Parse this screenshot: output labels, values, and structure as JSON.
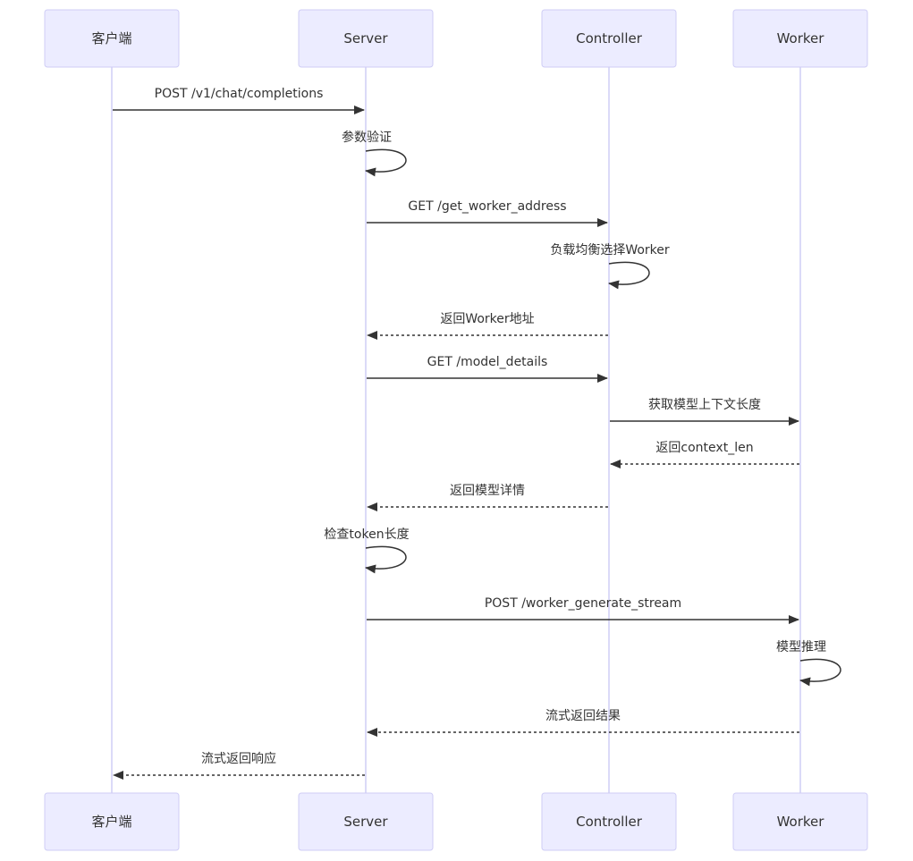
{
  "participants": [
    {
      "id": "client",
      "label": "客户端"
    },
    {
      "id": "server",
      "label": "Server"
    },
    {
      "id": "controller",
      "label": "Controller"
    },
    {
      "id": "worker",
      "label": "Worker"
    }
  ],
  "messages": [
    {
      "from": "client",
      "to": "server",
      "label": "POST /v1/chat/completions",
      "style": "solid"
    },
    {
      "from": "server",
      "to": "server",
      "label": "参数验证",
      "style": "solid"
    },
    {
      "from": "server",
      "to": "controller",
      "label": "GET /get_worker_address",
      "style": "solid"
    },
    {
      "from": "controller",
      "to": "controller",
      "label": "负载均衡选择Worker",
      "style": "solid"
    },
    {
      "from": "controller",
      "to": "server",
      "label": "返回Worker地址",
      "style": "dashed"
    },
    {
      "from": "server",
      "to": "controller",
      "label": "GET /model_details",
      "style": "solid"
    },
    {
      "from": "controller",
      "to": "worker",
      "label": "获取模型上下文长度",
      "style": "solid"
    },
    {
      "from": "worker",
      "to": "controller",
      "label": "返回context_len",
      "style": "dashed"
    },
    {
      "from": "controller",
      "to": "server",
      "label": "返回模型详情",
      "style": "dashed"
    },
    {
      "from": "server",
      "to": "server",
      "label": "检查token长度",
      "style": "solid"
    },
    {
      "from": "server",
      "to": "worker",
      "label": "POST /worker_generate_stream",
      "style": "solid"
    },
    {
      "from": "worker",
      "to": "worker",
      "label": "模型推理",
      "style": "solid"
    },
    {
      "from": "worker",
      "to": "server",
      "label": "流式返回结果",
      "style": "dashed"
    },
    {
      "from": "server",
      "to": "client",
      "label": "流式返回响应",
      "style": "dashed"
    }
  ]
}
